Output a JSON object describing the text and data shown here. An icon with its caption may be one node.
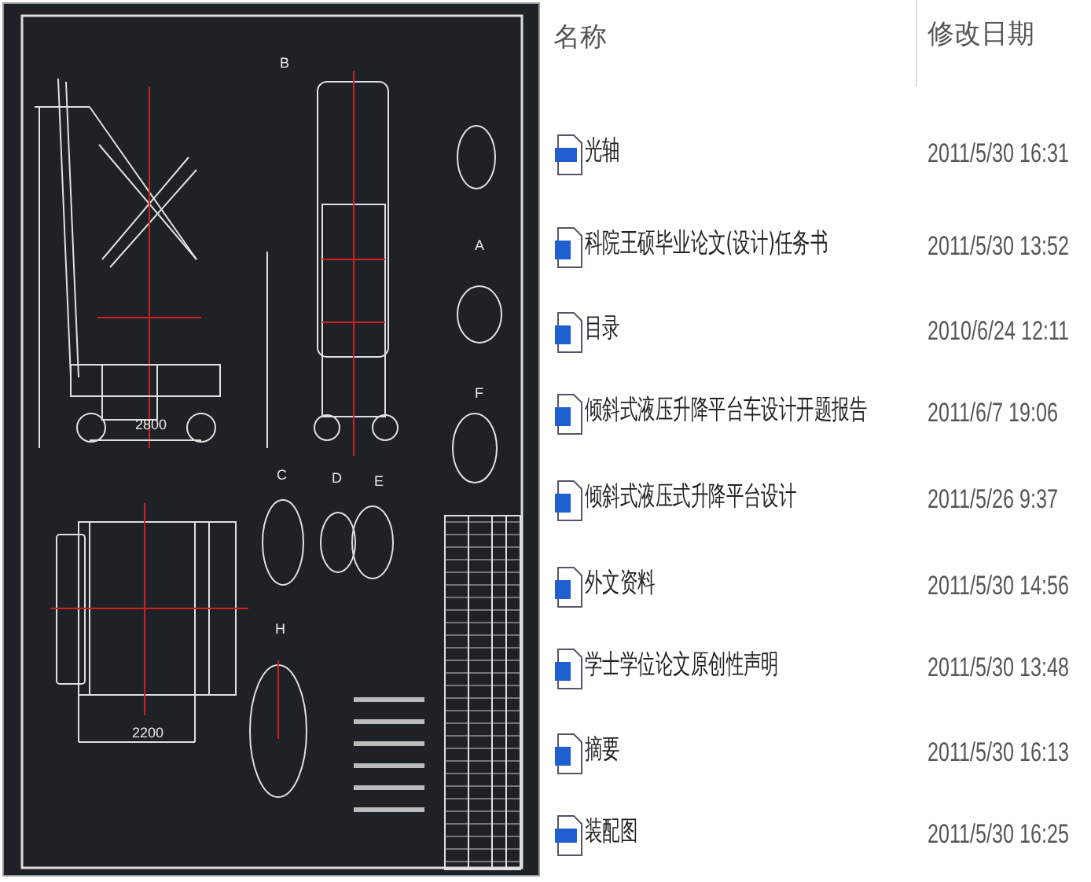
{
  "diagram": {
    "labels": [
      "B",
      "A",
      "F",
      "C",
      "D",
      "E",
      "H",
      "2800",
      "2200",
      "名称",
      "修改日期",
      "光轴",
      "2011/5/30 16:31",
      "科院王硕毕业论文(设计)任务书",
      "2011/5/30 13:52",
      "目录",
      "2010/6/24 12:11",
      "倾斜式液压升降平台车设计开题报告",
      "2011/6/7 19:06",
      "倾斜式液压式升降平台设计",
      "2011/5/26 9:37",
      "外文资料",
      "2011/5/30 14:56",
      "学士学位论文原创性声明",
      "2011/5/30 13:48",
      "摘要",
      "2011/5/30 16:13",
      "装配图",
      "2011/5/30 16:25"
    ]
  }
}
